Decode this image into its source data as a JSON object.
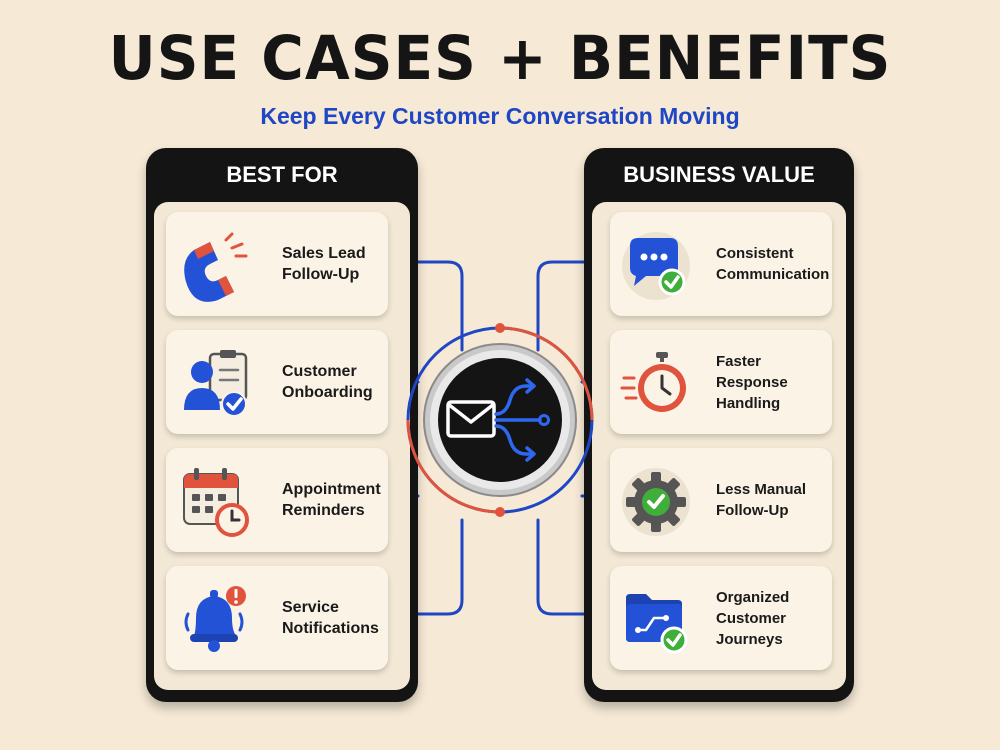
{
  "title": "USE CASES + BENEFITS",
  "subtitle": "Keep Every Customer Conversation Moving",
  "left_panel": {
    "header": "BEST FOR",
    "items": [
      {
        "label": "Sales Lead\nFollow-Up",
        "icon": "magnet-icon"
      },
      {
        "label": "Customer\nOnboarding",
        "icon": "user-checklist-icon"
      },
      {
        "label": "Appointment\nReminders",
        "icon": "calendar-clock-icon"
      },
      {
        "label": "Service\nNotifications",
        "icon": "bell-alert-icon"
      }
    ]
  },
  "right_panel": {
    "header": "BUSINESS VALUE",
    "items": [
      {
        "label": "Consistent\nCommunication",
        "icon": "chat-check-icon"
      },
      {
        "label": "Faster\nResponse Handling",
        "icon": "stopwatch-icon"
      },
      {
        "label": "Less Manual\nFollow-Up",
        "icon": "gear-check-icon"
      },
      {
        "label": "Organized\nCustomer\nJourneys",
        "icon": "folder-check-icon"
      }
    ]
  },
  "hub": {
    "icon": "envelope-routing-icon"
  },
  "colors": {
    "background": "#f6ead6",
    "panel": "#141414",
    "accent_blue": "#1f46c4",
    "accent_red": "#e0533d",
    "check_green": "#3fae3a"
  }
}
